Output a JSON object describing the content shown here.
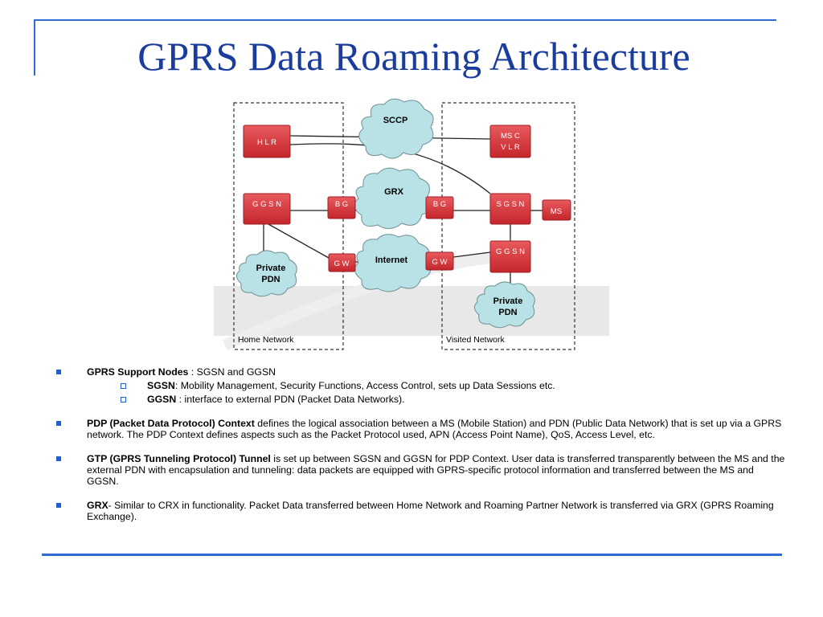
{
  "title": "GPRS Data Roaming Architecture",
  "diagram": {
    "regions": {
      "home": "Home Network",
      "visited": "Visited Network"
    },
    "nodes": {
      "hlr": "H L R",
      "msc_vlr_1": "MS C",
      "msc_vlr_2": "V L R",
      "ggsn_home": "G G S N",
      "bg_home": "B G",
      "bg_visited": "B G",
      "sgsn": "S G S N",
      "ms": "MS",
      "gw_home": "G W",
      "gw_visited": "G W",
      "ggsn_visited": "G G S N"
    },
    "clouds": {
      "sccp": "SCCP",
      "grx": "GRX",
      "internet": "Internet",
      "private_pdn_home_1": "Private",
      "private_pdn_home_2": "PDN",
      "private_pdn_visited_1": "Private",
      "private_pdn_visited_2": "PDN"
    },
    "colors": {
      "node_fill": "#d8353a",
      "cloud_fill": "#b9e2e6",
      "region_border": "#333333"
    }
  },
  "bullets": [
    {
      "bold": "GPRS Support Nodes",
      "text": " : SGSN and GGSN",
      "sub": [
        {
          "bold": "SGSN",
          "text": ": Mobility Management, Security Functions, Access Control, sets up Data Sessions etc."
        },
        {
          "bold": "GGSN",
          "text": " : interface to external PDN (Packet Data Networks)."
        }
      ]
    },
    {
      "bold": "PDP (Packet Data Protocol) Context",
      "text": " defines the logical association between a MS (Mobile Station) and PDN (Public Data Network) that is set up via a GPRS network. The PDP Context defines aspects such as the Packet Protocol used, APN (Access Point Name), QoS, Access Level, etc."
    },
    {
      "bold": "GTP (GPRS Tunneling Protocol) Tunnel",
      "text": " is set up between SGSN and GGSN for PDP Context. User data is transferred transparently between the MS and the external PDN with encapsulation and tunneling: data packets are equipped with GPRS-specific protocol information and transferred between the MS and GGSN."
    },
    {
      "bold": "GRX",
      "text": "- Similar to CRX in functionality. Packet Data transferred between Home Network and Roaming Partner Network is transferred via GRX (GPRS Roaming Exchange)."
    }
  ]
}
